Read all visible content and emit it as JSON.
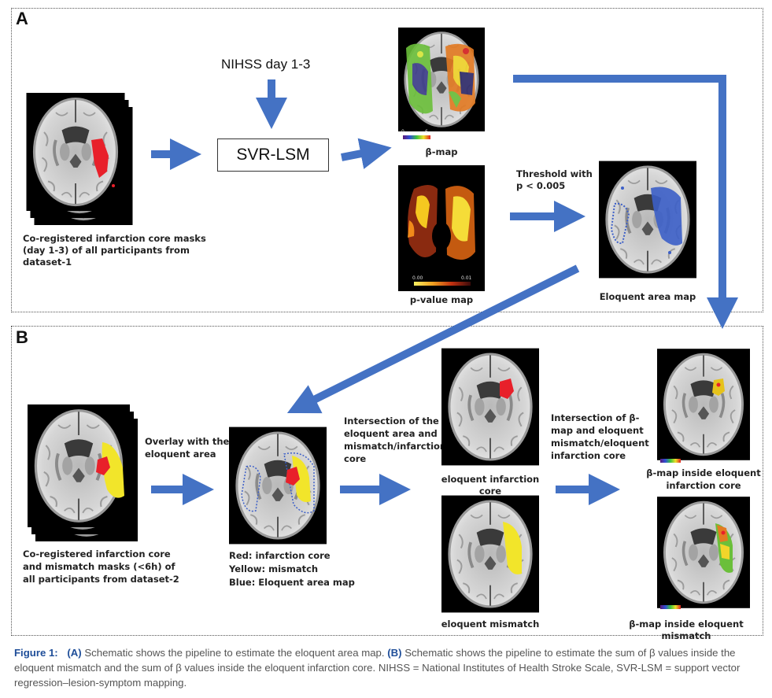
{
  "panel_a": {
    "letter": "A",
    "masks_label": "Co-registered infarction core masks (day 1-3) of all participants from dataset-1",
    "nihss": "NIHSS day 1-3",
    "svr_box": "SVR-LSM",
    "beta_map_label": "β-map",
    "beta_scale_min": "0",
    "beta_scale_max": "6",
    "pvalue_map_label": "p-value map",
    "pvalue_scale_min": "0.00",
    "pvalue_scale_max": "0.01",
    "threshold_line1": "Threshold with",
    "threshold_line2": "p < 0.005",
    "eloquent_label": "Eloquent area map"
  },
  "panel_b": {
    "letter": "B",
    "masks_label_1": "Co-registered infarction core",
    "masks_label_2": "and mismatch masks (<6h) of",
    "masks_label_3": "all participants from dataset-2",
    "overlay_line1": "Overlay with the",
    "overlay_line2": "eloquent area",
    "legend_red": "Red: infarction core",
    "legend_yellow": "Yellow: mismatch",
    "legend_blue": "Blue: Eloquent area map",
    "intersection1_line1": "Intersection of the",
    "intersection1_line2": "eloquent area and",
    "intersection1_line3": "mismatch/infarction",
    "intersection1_line4": "core",
    "eloquent_infarction_label": "eloquent infarction core",
    "eloquent_mismatch_label": "eloquent mismatch",
    "intersection2_line1": "Intersection of β-",
    "intersection2_line2": "map and eloquent",
    "intersection2_line3": "mismatch/eloquent",
    "intersection2_line4": "infarction core",
    "beta_inside_core_line1": "β-map inside eloquent",
    "beta_inside_core_line2": "infarction core",
    "beta_inside_mismatch": "β-map inside eloquent mismatch"
  },
  "caption": {
    "figure": "Figure 1:",
    "a_tag": "(A)",
    "a_text": "Schematic shows the pipeline to estimate the eloquent area map.",
    "b_tag": "(B)",
    "b_text": "Schematic shows the pipeline to estimate the sum of β values inside the eloquent mismatch and the sum of β values inside the eloquent infarction core. NIHSS = National Institutes of Health Stroke Scale, SVR-LSM = support vector regression–lesion-symptom mapping."
  },
  "colors": {
    "arrow": "#4472c4",
    "infarct": "#e8202a",
    "mismatch": "#f2e52a",
    "eloquent": "#3c5fc8"
  }
}
